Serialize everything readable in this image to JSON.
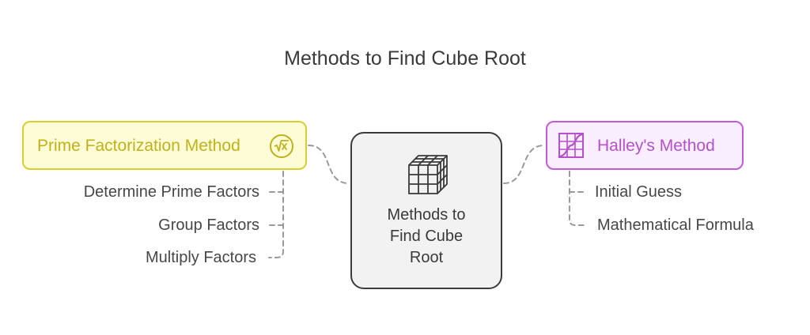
{
  "title": "Methods to Find Cube Root",
  "center": {
    "label_lines": [
      "Methods to",
      "Find Cube",
      "Root"
    ],
    "icon": "cube-grid-icon"
  },
  "left_branch": {
    "label": "Prime Factorization Method",
    "icon": "square-root-icon",
    "color": "#d9cf2b",
    "fill": "#fdfcd7",
    "items": [
      "Determine Prime Factors",
      "Group Factors",
      "Multiply Factors"
    ]
  },
  "right_branch": {
    "label": "Halley's Method",
    "icon": "function-graph-icon",
    "color": "#c45adb",
    "fill": "#f9eefd",
    "items": [
      "Initial Guess",
      "Mathematical Formula"
    ]
  }
}
